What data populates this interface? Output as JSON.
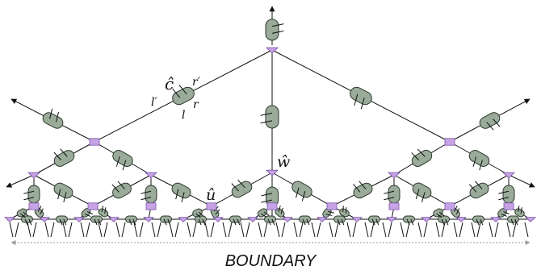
{
  "diagram": {
    "labels": {
      "c_hat": "ĉ",
      "l_prime": "l′",
      "r_prime": "r′",
      "l": "l",
      "r": "r",
      "u_hat": "û",
      "w_hat": "ŵ",
      "boundary": "BOUNDARY"
    },
    "colors": {
      "line": "#111111",
      "node_fill": "#c7a3e6",
      "node_stroke": "#7a55a8",
      "capsule_fill": "#9aab9a",
      "capsule_stroke": "#2d3a2d",
      "boundary_arrow": "#9a9a9a"
    }
  }
}
